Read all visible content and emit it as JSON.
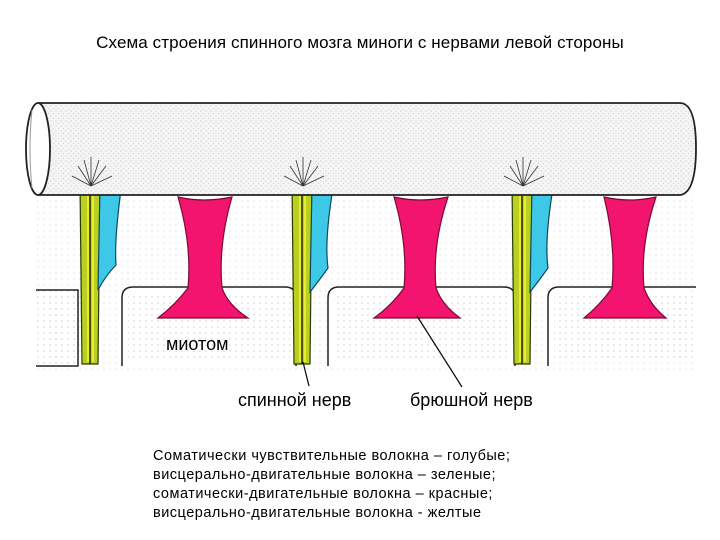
{
  "title": "Схема строения спинного мозга миноги с нервами левой стороны",
  "labels": {
    "myotome": "миотом",
    "dorsal_nerve": "спинной нерв",
    "ventral_nerve": "брюшной нерв"
  },
  "legend": [
    "Соматически чувствительные волокна – голубые;",
    "висцерально-двигательные волокна – зеленые;",
    "соматически-двигательные волокна – красные;",
    "висцерально-двигательные волокна - желтые"
  ],
  "colors": {
    "somatic_sensory": "#3ec8e8",
    "visceral_motor_green": "#b9cf22",
    "somatic_motor": "#f2146e",
    "visceral_motor_yellow": "#e8ec2a",
    "spinal_cord": "#f2f2f2",
    "myotome": "#ffffff"
  }
}
